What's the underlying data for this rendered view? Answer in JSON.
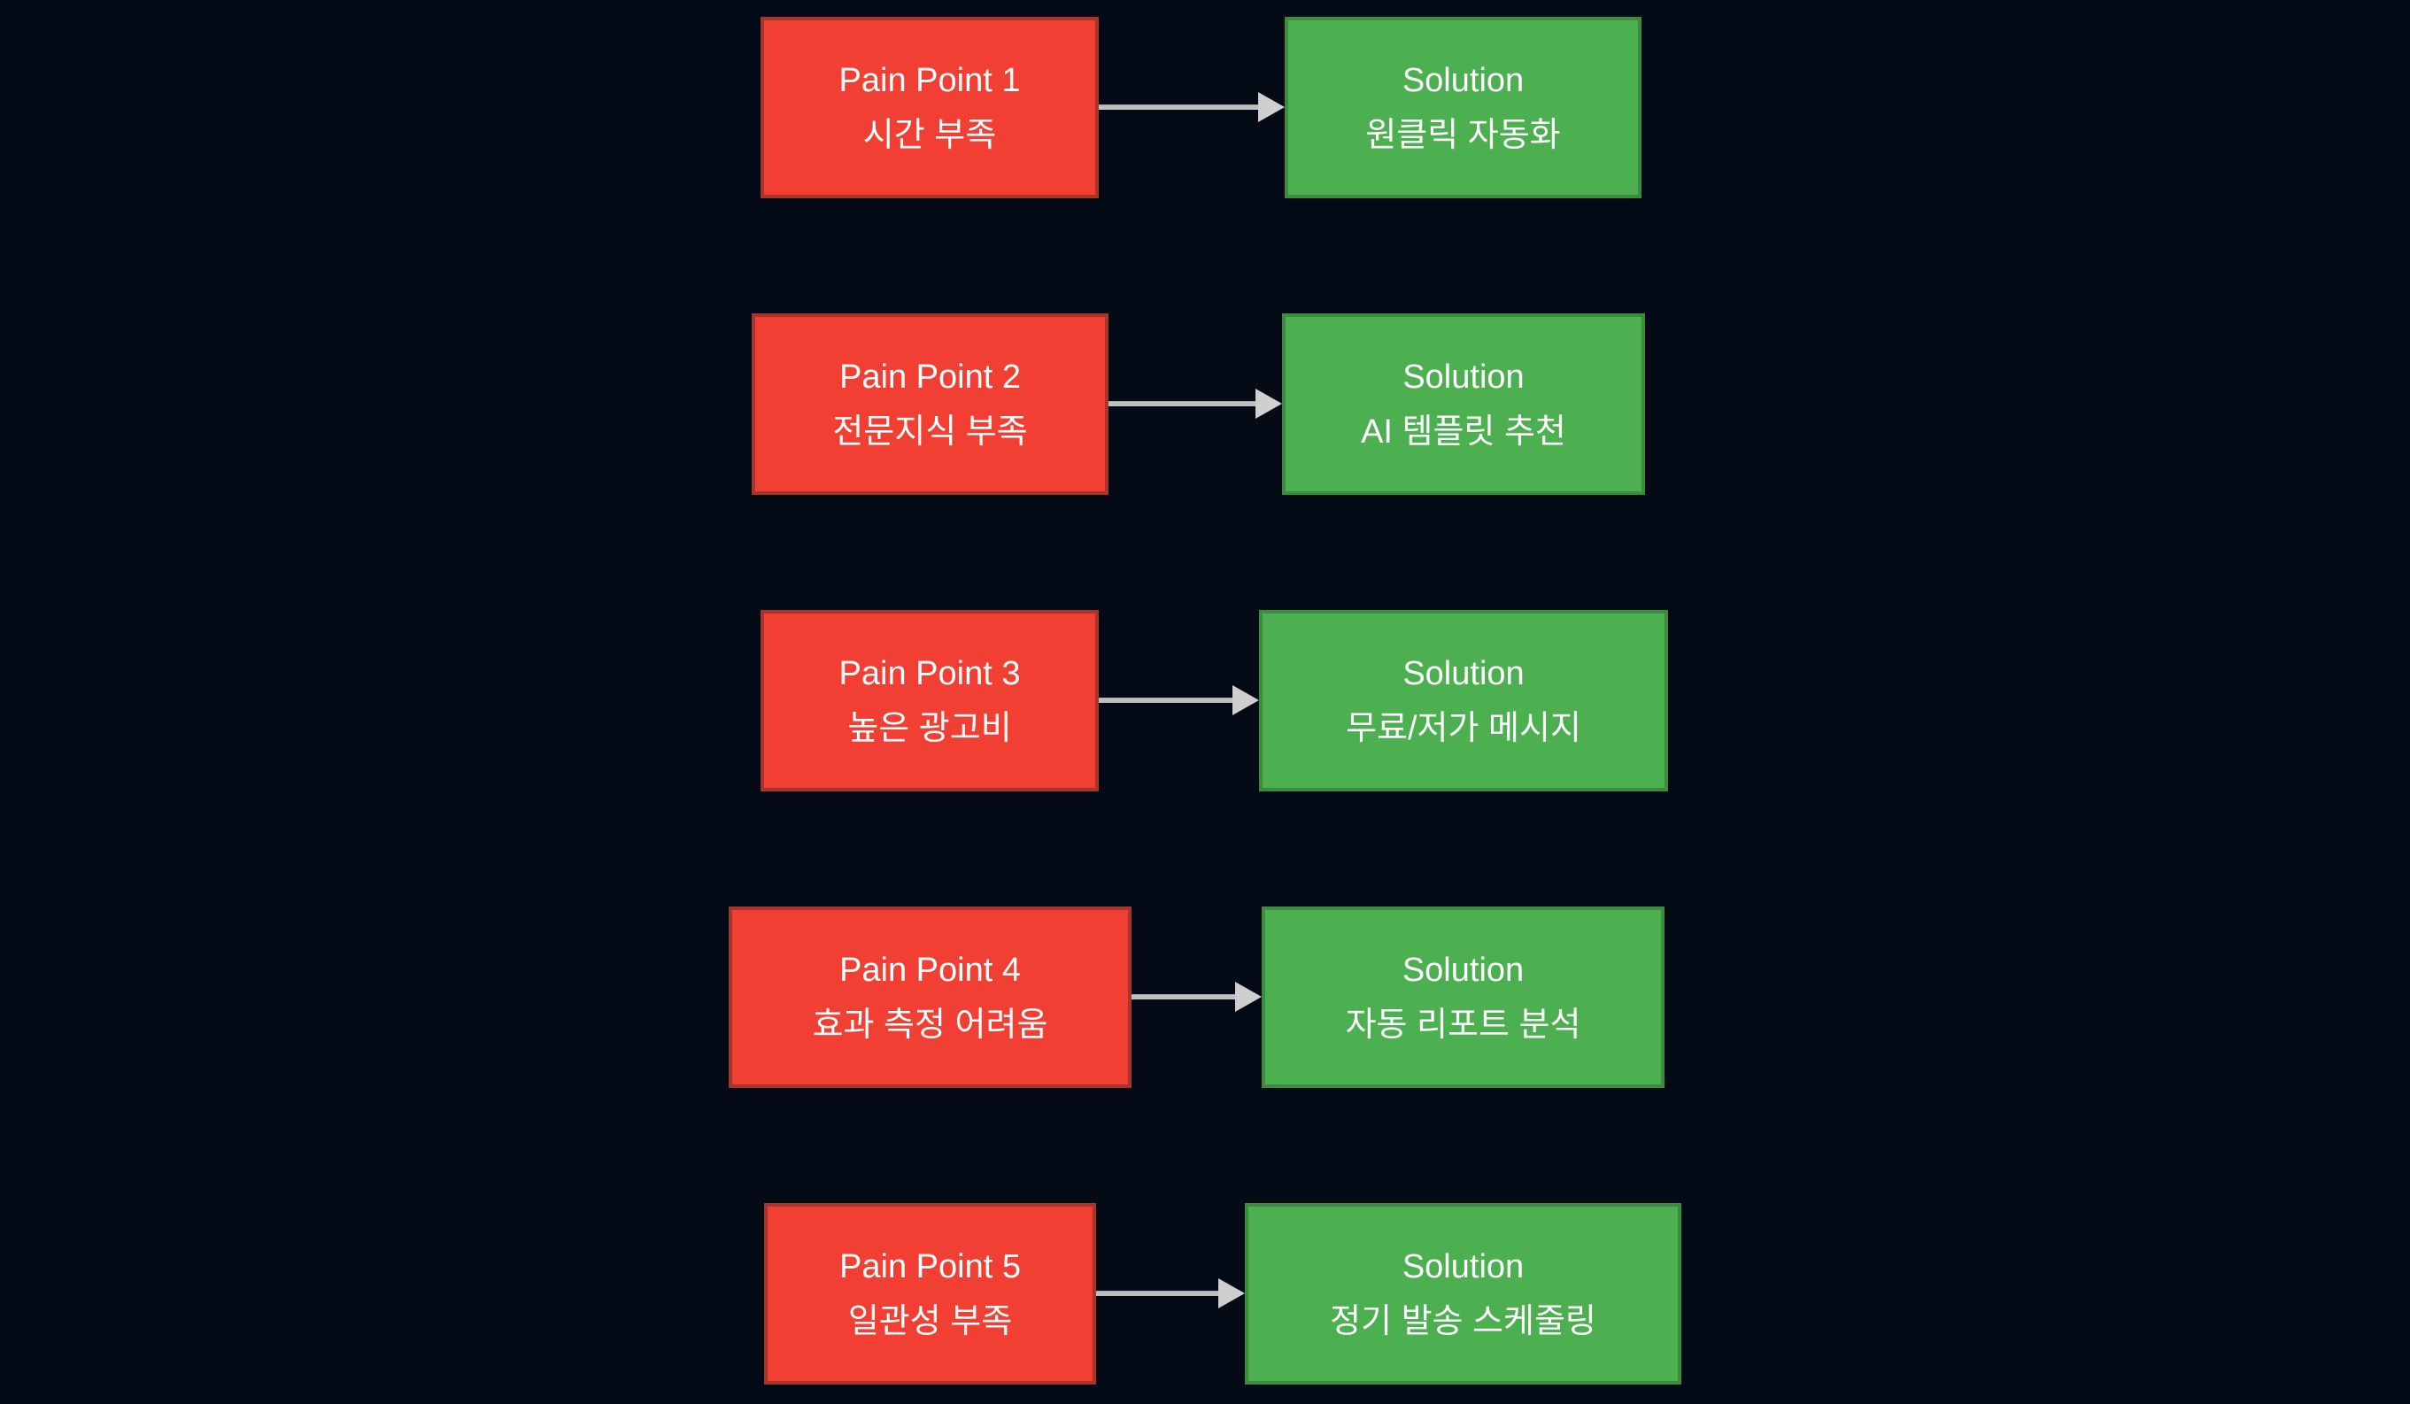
{
  "diagram": {
    "description": "Pain point to solution mapping flowchart",
    "colors": {
      "background": "#040a16",
      "pain_fill": "#f23f33",
      "pain_border": "#a8352a",
      "solution_fill": "#4caf50",
      "solution_border": "#3c8c40",
      "arrow": "#c8c8c8",
      "text": "#ffffff"
    },
    "rows": [
      {
        "pain_title": "Pain Point 1",
        "pain_subtitle": "시간 부족",
        "solution_title": "Solution",
        "solution_subtitle": "원클릭 자동화"
      },
      {
        "pain_title": "Pain Point 2",
        "pain_subtitle": "전문지식 부족",
        "solution_title": "Solution",
        "solution_subtitle": "AI 템플릿 추천"
      },
      {
        "pain_title": "Pain Point 3",
        "pain_subtitle": "높은 광고비",
        "solution_title": "Solution",
        "solution_subtitle": "무료/저가 메시지"
      },
      {
        "pain_title": "Pain Point 4",
        "pain_subtitle": "효과 측정 어려움",
        "solution_title": "Solution",
        "solution_subtitle": "자동 리포트 분석"
      },
      {
        "pain_title": "Pain Point 5",
        "pain_subtitle": "일관성 부족",
        "solution_title": "Solution",
        "solution_subtitle": "정기 발송 스케줄링"
      }
    ]
  }
}
